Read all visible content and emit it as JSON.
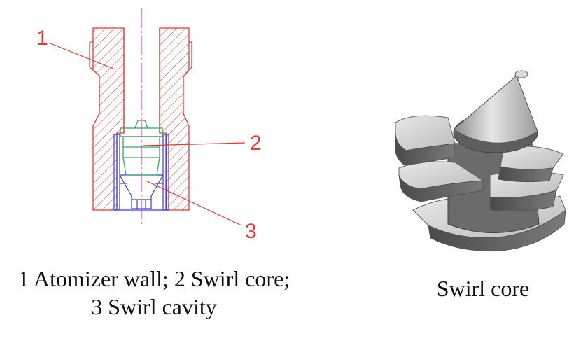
{
  "labels": {
    "one": "1",
    "two": "2",
    "three": "3"
  },
  "caption_left": {
    "line1": "1 Atomizer wall; 2 Swirl core;",
    "line2": "3 Swirl cavity"
  },
  "caption_right": "Swirl core",
  "colors": {
    "wall": "#e23a3a",
    "swirl_core": "#3aa86a",
    "swirl_cavity": "#3b3bd6",
    "axis": "#d63bd6",
    "core_dark": "#5a5a5a",
    "core_light": "#d4d4d4"
  }
}
